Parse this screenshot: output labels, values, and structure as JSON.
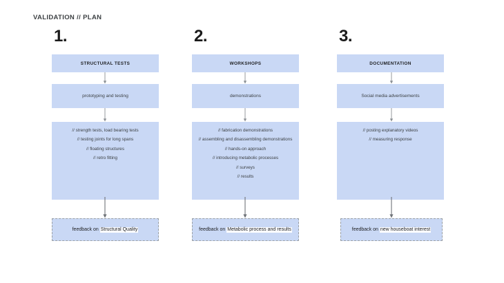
{
  "page": {
    "title": "VALIDATION // PLAN",
    "background_color": "#ffffff",
    "box_fill_color": "#c9d8f5",
    "arrow_color": "#8a8f94",
    "feedback_border_color": "#9aa0a6"
  },
  "columns": [
    {
      "number": "1.",
      "header": "STRUCTURAL TESTS",
      "subtitle": "prototyping and testing",
      "items": [
        "// strength tests,  load bearing tests",
        "// testing joints for long spans",
        "// floating structures",
        "// retro fitting"
      ],
      "feedback": {
        "prefix": "feedback on ",
        "highlight": "Structural Quality"
      }
    },
    {
      "number": "2.",
      "header": "WORKSHOPS",
      "subtitle": "demonstrations",
      "items": [
        "// fabrication demonstrations",
        "// assembling and disassembling demonstrations",
        "// hands-on approach",
        "// introducing metabolic processes",
        "// surveys",
        "// results"
      ],
      "feedback": {
        "prefix": "feedback on ",
        "highlight": "Metabolic process and results"
      }
    },
    {
      "number": "3.",
      "header": "DOCUMENTATION",
      "subtitle": "Social media advertisements",
      "items": [
        "// posting explanatory videos",
        "// measuring response"
      ],
      "feedback": {
        "prefix": "feedback on ",
        "highlight": "new houseboat interest"
      }
    }
  ]
}
